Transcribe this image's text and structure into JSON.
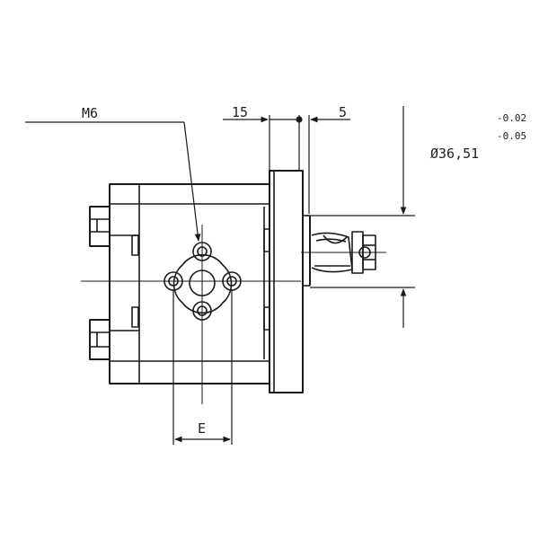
{
  "labels": {
    "thread": "M6",
    "dim_left": "15",
    "dim_right": "5",
    "tol_upper": "-0.02",
    "tol_lower": "-0.05",
    "diameter": "Ø36,51",
    "port_width": "E"
  },
  "colors": {
    "ink": "#1a1a1a",
    "background": "#ffffff"
  }
}
